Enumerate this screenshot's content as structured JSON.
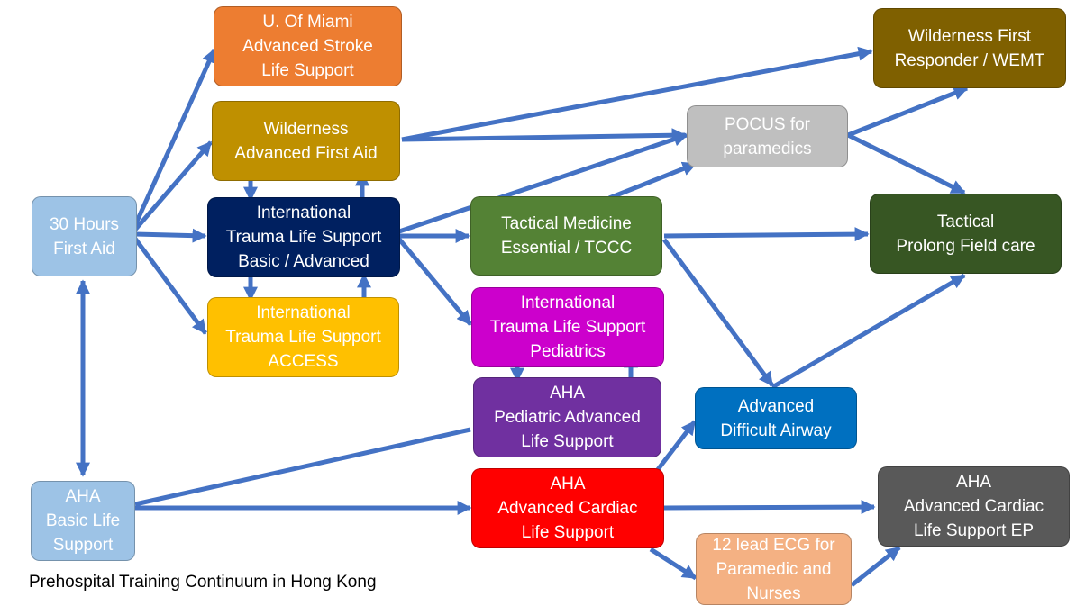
{
  "title": "Prehospital Training Continuum in Hong Kong",
  "colors": {
    "arrow": "#4472C4"
  },
  "nodes": {
    "first_aid": {
      "label": "30 Hours\nFirst Aid",
      "color": "#9DC3E6"
    },
    "bls": {
      "label": "AHA\nBasic Life\nSupport",
      "color": "#9DC3E6"
    },
    "miami": {
      "label": "U. Of Miami\nAdvanced Stroke\nLife Support",
      "color": "#ED7D31"
    },
    "wafa": {
      "label": "Wilderness\nAdvanced First Aid",
      "color": "#BF9000"
    },
    "itls": {
      "label": "International\nTrauma Life Support\nBasic / Advanced",
      "color": "#002060"
    },
    "itls_access": {
      "label": "International\nTrauma Life Support\nACCESS",
      "color": "#FFC000"
    },
    "tccc": {
      "label": "Tactical Medicine\nEssential / TCCC",
      "color": "#548235"
    },
    "itls_peds": {
      "label": "International\nTrauma Life Support\nPediatrics",
      "color": "#CC00CC"
    },
    "pals": {
      "label": "AHA\nPediatric Advanced\nLife Support",
      "color": "#7030A0"
    },
    "acls": {
      "label": "AHA\nAdvanced Cardiac\nLife Support",
      "color": "#FF0000"
    },
    "ecg": {
      "label": "12 lead ECG for\nParamedic and\nNurses",
      "color": "#F4B183"
    },
    "pocus": {
      "label": "POCUS for\nparamedics",
      "color": "#BFBFBF"
    },
    "airway": {
      "label": "Advanced\nDifficult Airway",
      "color": "#0070C0"
    },
    "wfr": {
      "label": "Wilderness First\nResponder / WEMT",
      "color": "#7F6000"
    },
    "pfc": {
      "label": "Tactical\nProlong Field care",
      "color": "#375623"
    },
    "acls_ep": {
      "label": "AHA\nAdvanced Cardiac\nLife Support EP",
      "color": "#595959"
    }
  }
}
